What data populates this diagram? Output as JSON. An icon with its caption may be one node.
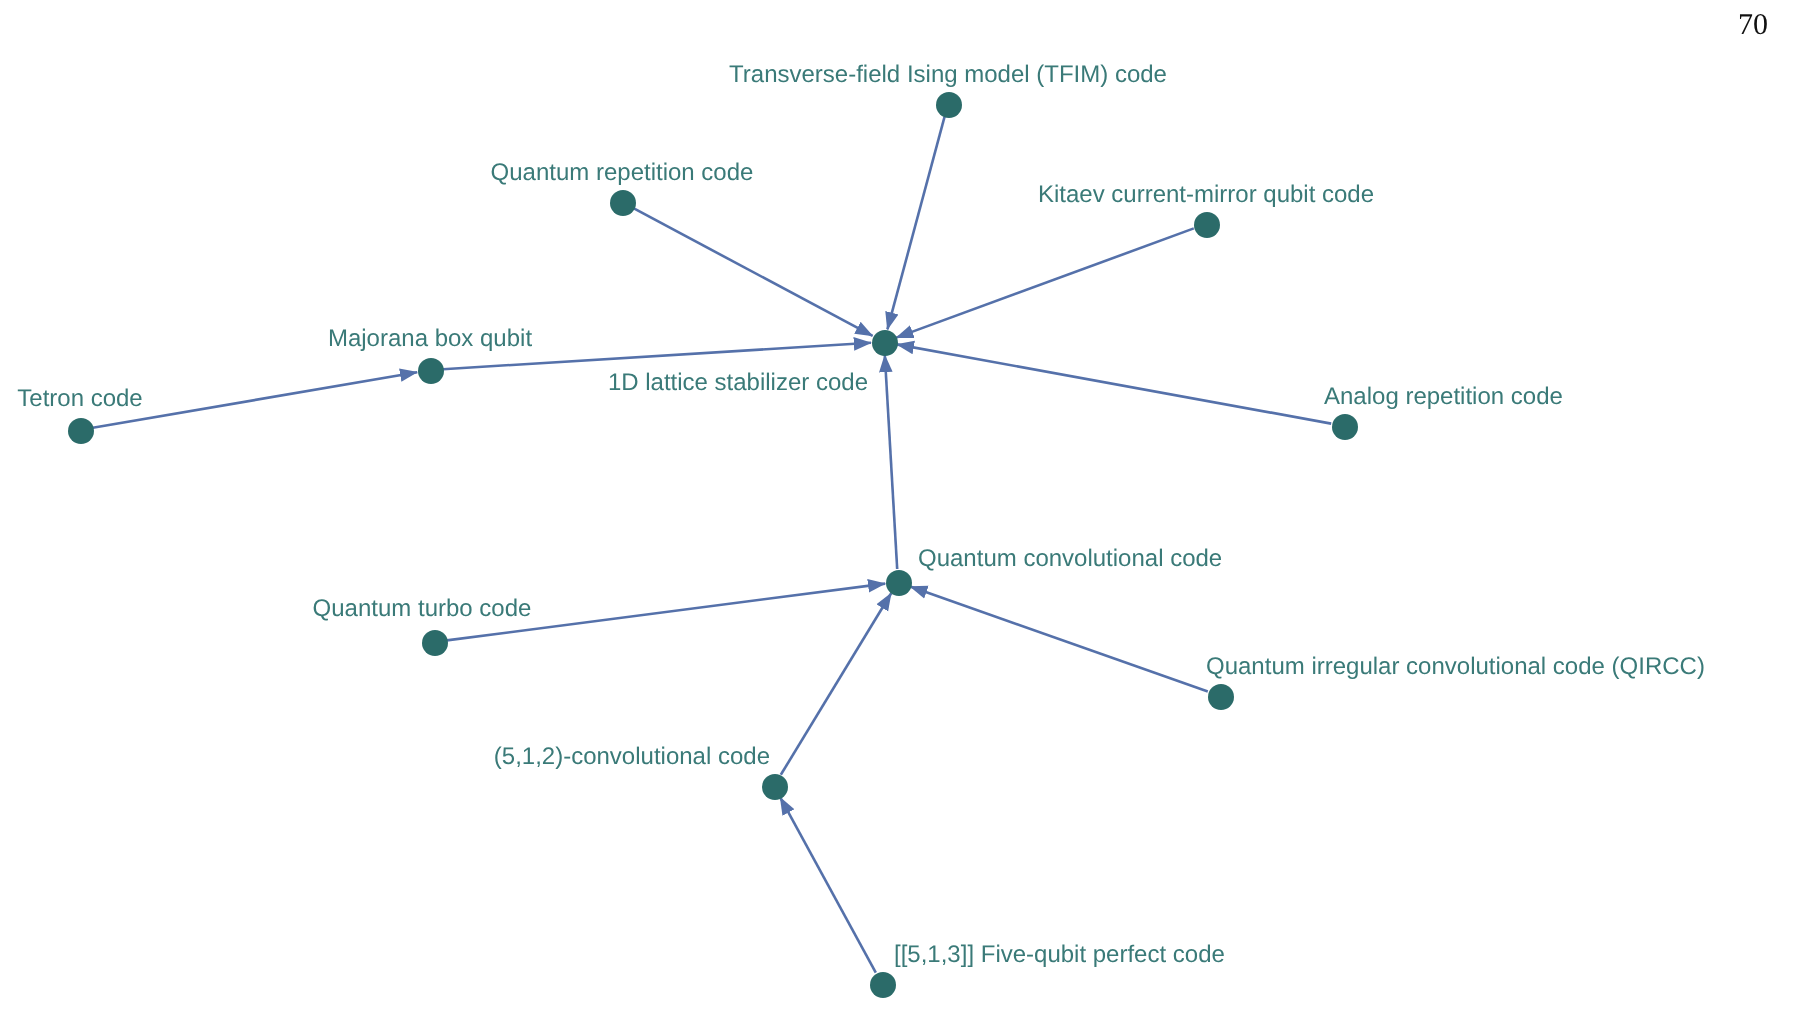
{
  "diagram": {
    "nodes": [
      {
        "text": [
          "Transverse-field Ising model (TFIM) code"
        ]
      },
      {
        "text": [
          "Quantum repetition code"
        ]
      },
      {
        "text": [
          "Kitaev current-mirror qubit code"
        ]
      },
      {
        "text": [
          "1D lattice stabilizer code"
        ]
      },
      {
        "text": [
          "Majorana box qubit"
        ]
      },
      {
        "text": [
          "Tetron code"
        ]
      },
      {
        "text": [
          "Analog repetition code"
        ]
      },
      {
        "text": [
          "Quantum convolutional code"
        ]
      },
      {
        "text": [
          "Quantum turbo code"
        ]
      },
      {
        "text": [
          "Quantum irregular convolutional code (QIRCC)"
        ]
      },
      {
        "text": [
          "(5,1,2)-convolutional code"
        ]
      },
      {
        "text": [
          "[[5,1,3]] Five-qubit perfect code"
        ]
      }
    ],
    "edges": [
      {
        "from": 0,
        "to": 3,
        "arrow": "to"
      },
      {
        "from": 1,
        "to": 3,
        "arrow": "to"
      },
      {
        "from": 2,
        "to": 3,
        "arrow": "to"
      },
      {
        "from": 4,
        "to": 3,
        "arrow": "to"
      },
      {
        "from": 5,
        "to": 4,
        "arrow": "to"
      },
      {
        "from": 6,
        "to": 3,
        "arrow": "to"
      },
      {
        "from": 7,
        "to": 3,
        "arrow": "to"
      },
      {
        "from": 8,
        "to": 7,
        "arrow": "to"
      },
      {
        "from": 9,
        "to": 7,
        "arrow": "to"
      },
      {
        "from": 10,
        "to": 7,
        "arrow": "to"
      },
      {
        "from": 11,
        "to": 10,
        "arrow": "to"
      }
    ],
    "labels": [
      "70"
    ]
  }
}
